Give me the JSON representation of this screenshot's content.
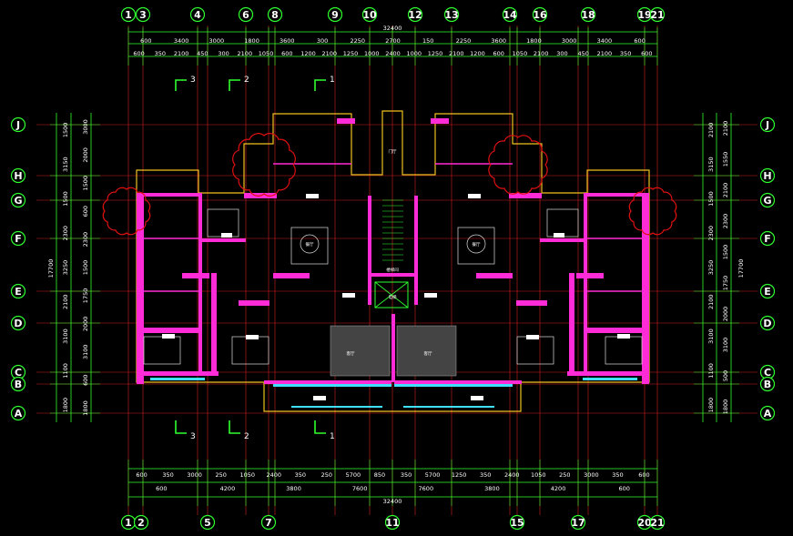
{
  "colors": {
    "background": "#000000",
    "dim_line": "#2fff2f",
    "axis_line": "#d22020",
    "wall": "#ff2bd6",
    "slab": "#f0c020",
    "window": "#40e0ff",
    "cloud": "#e01010",
    "text": "#ffffff"
  },
  "top_axes": [
    {
      "label": "1"
    },
    {
      "label": "3"
    },
    {
      "label": "4"
    },
    {
      "label": "6"
    },
    {
      "label": "8"
    },
    {
      "label": "9"
    },
    {
      "label": "10"
    },
    {
      "label": "12"
    },
    {
      "label": "13"
    },
    {
      "label": "14"
    },
    {
      "label": "16"
    },
    {
      "label": "18"
    },
    {
      "label": "19"
    },
    {
      "label": "21"
    }
  ],
  "bottom_axes": [
    {
      "label": "1"
    },
    {
      "label": "2"
    },
    {
      "label": "5"
    },
    {
      "label": "7"
    },
    {
      "label": "11"
    },
    {
      "label": "15"
    },
    {
      "label": "17"
    },
    {
      "label": "20"
    },
    {
      "label": "21"
    }
  ],
  "row_axes": [
    {
      "label": "J"
    },
    {
      "label": "H"
    },
    {
      "label": "G"
    },
    {
      "label": "F"
    },
    {
      "label": "E"
    },
    {
      "label": "D"
    },
    {
      "label": "C"
    },
    {
      "label": "B"
    },
    {
      "label": "A"
    }
  ],
  "top_dims": {
    "total": "32400",
    "row1": [
      "600",
      "3400",
      "3000",
      "1800",
      "3600",
      "300",
      "2250",
      "2700",
      "150",
      "2250",
      "3600",
      "1800",
      "3000",
      "3400",
      "600"
    ],
    "row2": [
      "600",
      "350",
      "2100",
      "450",
      "300",
      "2100",
      "1050",
      "600",
      "1200",
      "2100",
      "1250",
      "1000",
      "2400",
      "1000",
      "1250",
      "2100",
      "1200",
      "600",
      "1050",
      "2100",
      "300",
      "450",
      "2100",
      "350",
      "600"
    ]
  },
  "bottom_dims": {
    "total": "32400",
    "row1": [
      "600",
      "350",
      "3000",
      "250",
      "1050",
      "2400",
      "350",
      "250",
      "5700",
      "850",
      "350",
      "5700",
      "1250",
      "350",
      "2400",
      "1050",
      "250",
      "3000",
      "350",
      "600"
    ],
    "row2": [
      "600",
      "4200",
      "3800",
      "7600",
      "7600",
      "3800",
      "4200",
      "600"
    ]
  },
  "left_dims": {
    "total": "17700",
    "outer": [
      "1500",
      "3150",
      "1500",
      "2300",
      "3250",
      "2100",
      "3100",
      "1100",
      "1800"
    ],
    "inner": [
      "3000",
      "2000",
      "1500",
      "600",
      "2300",
      "1500",
      "1750",
      "2000",
      "3100",
      "600",
      "1800"
    ]
  },
  "right_dims": {
    "total": "17700",
    "outer": [
      "2100",
      "3150",
      "1500",
      "2300",
      "3250",
      "2100",
      "3100",
      "1100",
      "1800"
    ],
    "inner": [
      "2100",
      "1550",
      "2100",
      "2300",
      "1500",
      "1750",
      "2000",
      "3100",
      "500",
      "1800"
    ]
  },
  "section_marks": {
    "top": [
      {
        "label": "3"
      },
      {
        "label": "2"
      },
      {
        "label": "1"
      }
    ],
    "bottom": [
      {
        "label": "3"
      },
      {
        "label": "2"
      },
      {
        "label": "1"
      }
    ]
  },
  "room_labels": {
    "hall": "门厅",
    "dining_left": "餐厅",
    "dining_right": "餐厅",
    "living_left": "客厅",
    "living_right": "客厅",
    "stair": "楼梯间",
    "elevator": "电梯"
  }
}
